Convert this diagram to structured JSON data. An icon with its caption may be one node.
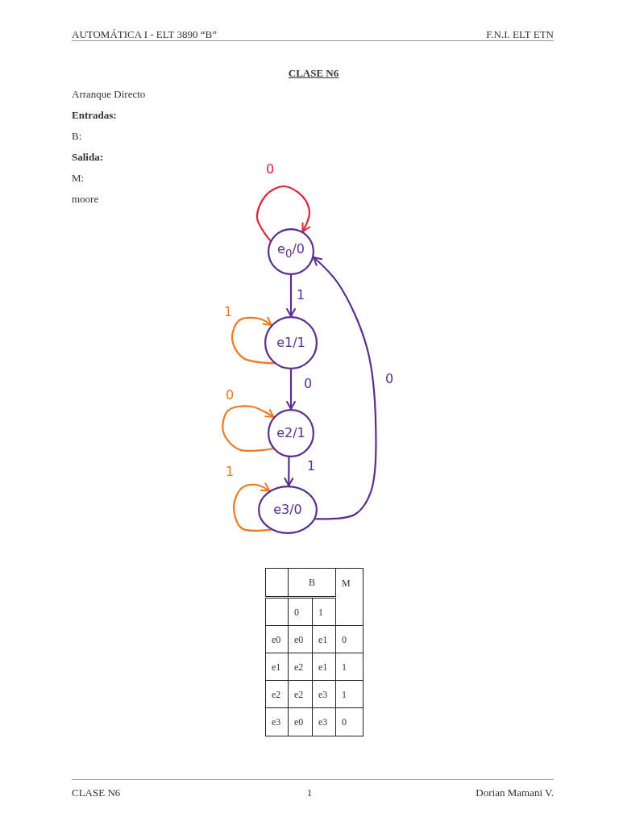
{
  "diagram": {
    "title": "CLASE N6",
    "nodes": [
      {
        "text": [
          "e$_{0}$/0"
        ]
      },
      {
        "text": [
          "e1/1"
        ]
      },
      {
        "text": [
          "e2/1"
        ]
      },
      {
        "text": [
          "e3/0"
        ]
      }
    ],
    "edges": [
      {
        "from": 0,
        "to": 0,
        "arrow": "to",
        "label": "0",
        "color": "#d9263a"
      },
      {
        "from": 0,
        "to": 1,
        "arrow": "to",
        "label": "1"
      },
      {
        "from": 1,
        "to": 1,
        "arrow": "to",
        "label": "1",
        "color": "#f2781e"
      },
      {
        "from": 1,
        "to": 2,
        "arrow": "to",
        "label": "0"
      },
      {
        "from": 2,
        "to": 2,
        "arrow": "to",
        "label": "0",
        "color": "#f2781e"
      },
      {
        "from": 2,
        "to": 3,
        "arrow": "to",
        "label": "1"
      },
      {
        "from": 3,
        "to": 3,
        "arrow": "to",
        "label": "1",
        "color": "#f2781e"
      },
      {
        "from": 3,
        "to": 0,
        "arrow": "to",
        "label": "0"
      }
    ],
    "labels": [
      "AUTOMÁTICA I - ELT 3890 “B”",
      "F.N.I. ELT ETN",
      "Arranque Directo",
      "Entradas:",
      "B:",
      "Salida:",
      "M:",
      "moore",
      "B",
      "M",
      "0",
      "1",
      "e0",
      "e0",
      "e1",
      "0",
      "e1",
      "e2",
      "e1",
      "1",
      "e2",
      "e2",
      "e3",
      "1",
      "e3",
      "e0",
      "e3",
      "0",
      "CLASE N6",
      "1",
      "Dorian Mamani V."
    ]
  }
}
